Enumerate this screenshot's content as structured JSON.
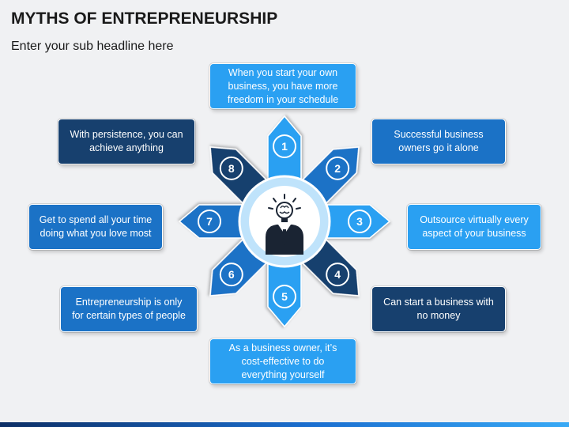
{
  "header": {
    "title": "MYTHS OF ENTREPRENEURSHIP",
    "subtitle": "Enter your sub headline here"
  },
  "diagram": {
    "center_icon": "businessman-lightbulb-brain-icon",
    "colors": {
      "light": "#2aa0f2",
      "mid": "#1b72c6",
      "dark": "#17406e"
    },
    "items": [
      {
        "number": "1",
        "text": "When you start your own business, you have more freedom in your schedule"
      },
      {
        "number": "2",
        "text": "Successful business owners go it alone"
      },
      {
        "number": "3",
        "text": "Outsource virtually every aspect of your business"
      },
      {
        "number": "4",
        "text": "Can start a business with no money"
      },
      {
        "number": "5",
        "text": "As a business owner, it’s cost-effective to do everything yourself"
      },
      {
        "number": "6",
        "text": "Entrepreneurship is only for certain types of people"
      },
      {
        "number": "7",
        "text": "Get to spend all your time doing what you love most"
      },
      {
        "number": "8",
        "text": "With persistence, you can achieve anything"
      }
    ]
  }
}
